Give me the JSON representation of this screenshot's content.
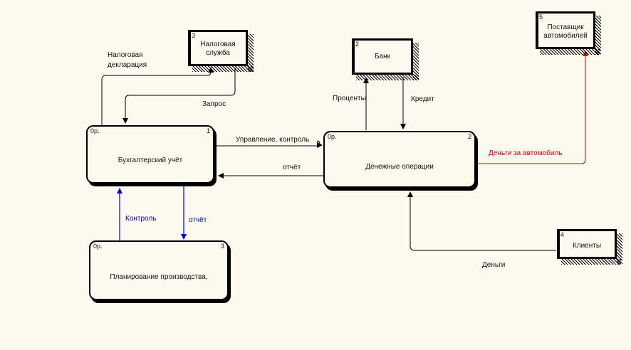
{
  "processes": [
    {
      "id": "accounting",
      "title": "Бухгалтерский учёт",
      "number": "1",
      "prefix": "0р."
    },
    {
      "id": "money",
      "title": "Денежные операции",
      "number": "2",
      "prefix": "0р."
    },
    {
      "id": "planning",
      "title": "Планирование производства,",
      "number": "3",
      "prefix": "0р."
    }
  ],
  "externals": [
    {
      "id": "tax",
      "title": "Налоговая служба",
      "number": "3"
    },
    {
      "id": "bank",
      "title": "Банк",
      "number": "2"
    },
    {
      "id": "supplier",
      "title": "Поставщик автомобилей",
      "number": "5"
    },
    {
      "id": "clients",
      "title": "Клиенты",
      "number": "4"
    }
  ],
  "flows": {
    "tax_declaration": "Налоговая декларация",
    "request": "Запрос",
    "management": "Управление, контроль",
    "report_money": "отчёт",
    "control": "Контроль",
    "report_planning": "отчёт",
    "percent": "Проценты",
    "credit": "Кредит",
    "car_money": "Деньги за автомобиль",
    "money": "Деньги"
  },
  "colors": {
    "red": "#e00000",
    "blue": "#0000cc",
    "black": "#000000"
  }
}
